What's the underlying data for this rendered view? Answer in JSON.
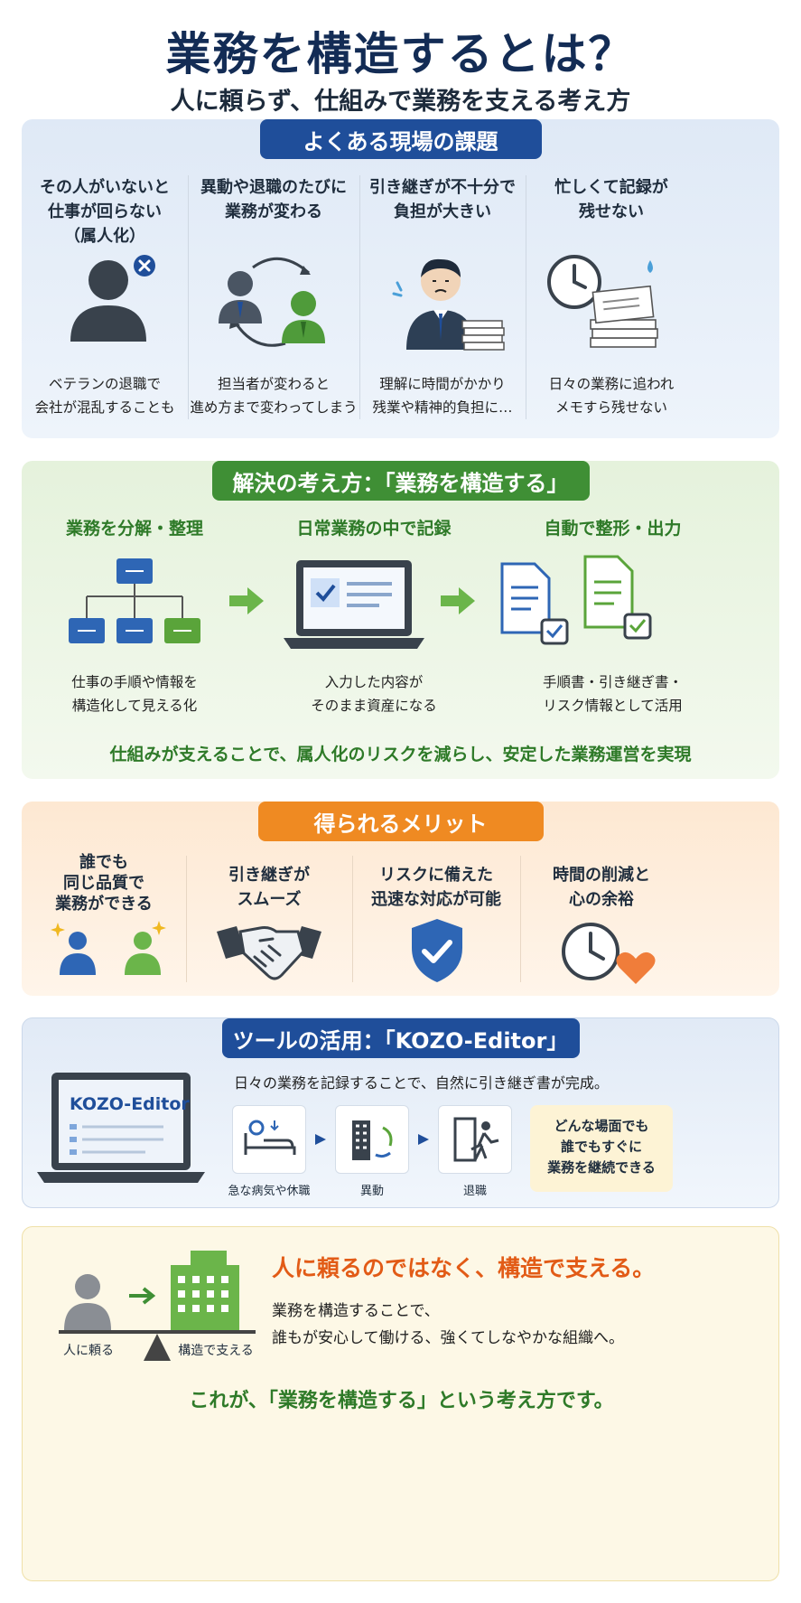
{
  "header": {
    "title": "業務を構造するとは？",
    "subtitle": "人に頼らず、仕組みで業務を支える考え方"
  },
  "issues": {
    "heading": "よくある現場の課題",
    "items": [
      {
        "title_lines": [
          "その人がいないと",
          "仕事が回らない",
          "（属人化）"
        ],
        "desc_lines": [
          "ベテランの退職で",
          "会社が混乱することも"
        ],
        "icon": "person-with-x-icon"
      },
      {
        "title_lines": [
          "異動や退職のたびに",
          "業務が変わる"
        ],
        "desc_lines": [
          "担当者が変わると",
          "進め方まで変わってしまう"
        ],
        "icon": "person-swap-icon"
      },
      {
        "title_lines": [
          "引き継ぎが不十分で",
          "負担が大きい"
        ],
        "desc_lines": [
          "理解に時間がかかり",
          "残業や精神的負担に…"
        ],
        "icon": "worried-worker-icon"
      },
      {
        "title_lines": [
          "忙しくて記録が",
          "残せない"
        ],
        "desc_lines": [
          "日々の業務に追われ",
          "メモすら残せない"
        ],
        "icon": "clock-papers-icon"
      }
    ]
  },
  "solution": {
    "heading": "解決の考え方：「業務を構造する」",
    "steps": [
      {
        "title": "業務を分解・整理",
        "desc_lines": [
          "仕事の手順や情報を",
          "構造化して見える化"
        ],
        "icon": "tree-structure-icon"
      },
      {
        "title": "日常業務の中で記録",
        "desc_lines": [
          "入力した内容が",
          "そのまま資産になる"
        ],
        "icon": "laptop-check-icon"
      },
      {
        "title": "自動で整形・出力",
        "desc_lines": [
          "手順書・引き継ぎ書・",
          "リスク情報として活用"
        ],
        "icon": "documents-check-icon"
      }
    ],
    "summary": "仕組みが支えることで、属人化のリスクを減らし、安定した業務運営を実現"
  },
  "benefits": {
    "heading": "得られるメリット",
    "items": [
      {
        "title_lines": [
          "誰でも",
          "同じ品質で",
          "業務ができる"
        ],
        "icon": "two-people-icon"
      },
      {
        "title_lines": [
          "引き継ぎが",
          "スムーズ"
        ],
        "icon": "handshake-icon"
      },
      {
        "title_lines": [
          "リスクに備えた",
          "迅速な対応が可能"
        ],
        "icon": "shield-check-icon"
      },
      {
        "title_lines": [
          "時間の削減と",
          "心の余裕"
        ],
        "icon": "clock-heart-icon"
      }
    ]
  },
  "tool": {
    "heading": "ツールの活用：「KOZO-Editor」",
    "app_name": "KOZO-Editor",
    "lead": "日々の業務を記録することで、自然に引き継ぎ書が完成。",
    "cases": [
      {
        "label": "急な病気や休職",
        "icon": "sick-bed-icon"
      },
      {
        "label": "異動",
        "icon": "building-transfer-icon"
      },
      {
        "label": "退職",
        "icon": "exit-door-icon"
      }
    ],
    "callout_lines": [
      "どんな場面でも",
      "誰でもすぐに",
      "業務を継続できる"
    ]
  },
  "closing": {
    "label_left": "人に頼る",
    "label_right": "構造で支える",
    "headline": "人に頼るのではなく、構造で支える。",
    "body_lines": [
      "業務を構造することで、",
      "誰もが安心して働ける、強くてしなやかな組織へ。"
    ],
    "tagline": "これが、「業務を構造する」という考え方です。"
  },
  "colors": {
    "navy": "#1f4e9a",
    "green": "#3f8f35",
    "orange": "#ef8a22",
    "title": "#132c55",
    "closing_orange": "#e25b16"
  }
}
